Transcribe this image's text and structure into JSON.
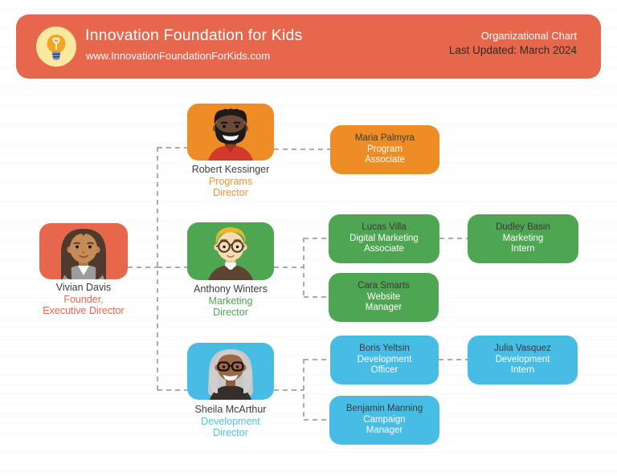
{
  "header": {
    "title": "Innovation Foundation for Kids",
    "url": "www.InnovationFoundationForKids.com",
    "subtitle": "Organizational Chart",
    "last_updated": "Last Updated: March 2024",
    "icon": "lightbulb-icon",
    "bg_color": "#E7674D"
  },
  "palette": {
    "coral": "#E7674D",
    "orange": "#EE8D26",
    "green": "#4EA552",
    "blue": "#47BCE5",
    "connector_gray": "#ABABAB",
    "name_text": "#3C3C3C",
    "role_text_on_box": "#FFFFFF"
  },
  "org": {
    "root": {
      "name": "Vivian Davis",
      "role": [
        "Founder,",
        "Executive Director"
      ],
      "color": "#E7674D",
      "avatar": "woman-brown-hair-gray-blazer"
    },
    "directors": [
      {
        "name": "Robert Kessinger",
        "role": [
          "Programs",
          "Director"
        ],
        "color": "#EE8D26",
        "avatar": "man-black-beard-red-shirt",
        "reports": [
          {
            "name": "Maria Palmyra",
            "role": [
              "Program",
              "Associate"
            ],
            "color": "#EE8D26"
          }
        ]
      },
      {
        "name": "Anthony Winters",
        "role": [
          "Marketing",
          "Director"
        ],
        "color": "#4EA552",
        "avatar": "man-blond-glasses-brown-sweater",
        "reports": [
          {
            "name": "Lucas Villa",
            "role": [
              "Digital Marketing",
              "Associate"
            ],
            "color": "#4EA552",
            "reports": [
              {
                "name": "Dudley Basin",
                "role": [
                  "Marketing",
                  "Intern"
                ],
                "color": "#4EA552"
              }
            ]
          },
          {
            "name": "Cara Smarts",
            "role": [
              "Website",
              "Manager"
            ],
            "color": "#4EA552"
          }
        ]
      },
      {
        "name": "Sheila McArthur",
        "role": [
          "Development",
          "Director"
        ],
        "color": "#47BCE5",
        "avatar": "woman-gray-hair-glasses-dark-top",
        "reports": [
          {
            "name": "Boris Yeltsin",
            "role": [
              "Development",
              "Officer"
            ],
            "color": "#47BCE5",
            "reports": [
              {
                "name": "Julia Vasquez",
                "role": [
                  "Development",
                  "Intern"
                ],
                "color": "#47BCE5"
              }
            ]
          },
          {
            "name": "Benjamin Manning",
            "role": [
              "Campaign",
              "Manager"
            ],
            "color": "#47BCE5"
          }
        ]
      }
    ]
  }
}
